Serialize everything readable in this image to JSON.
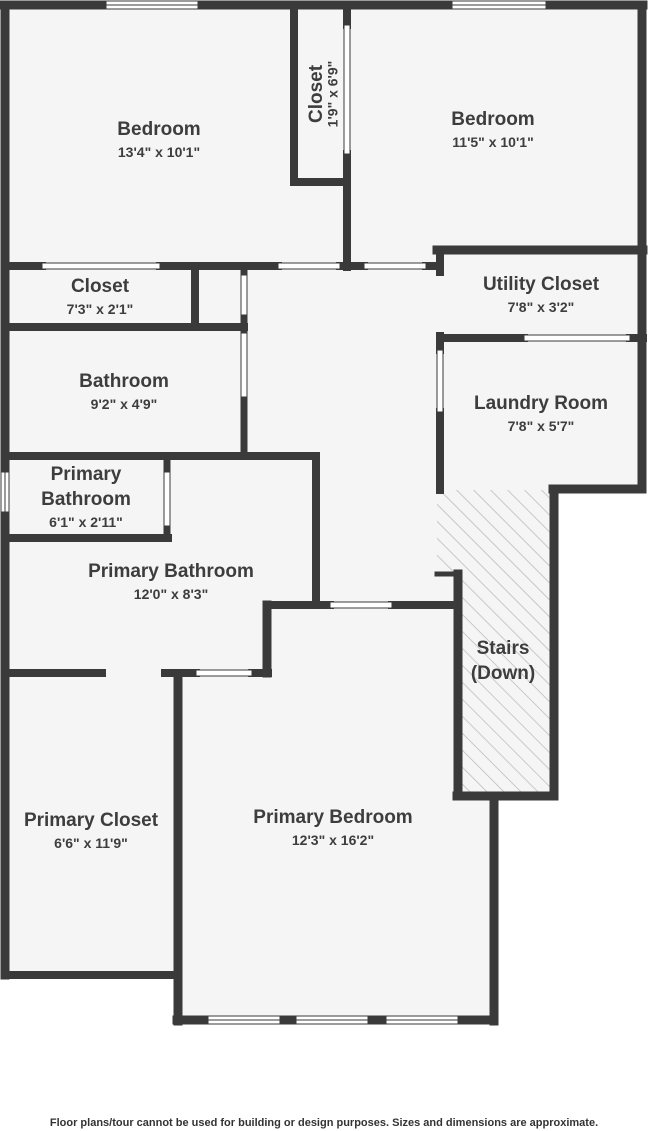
{
  "colors": {
    "wall": "#3a3a3a",
    "floor": "#f5f5f5",
    "text": "#3d3d3d",
    "stairs_hatch": "#b9b9b9"
  },
  "rooms": {
    "bedroom_left": {
      "name": "Bedroom",
      "dims": "13'4\" x 10'1\""
    },
    "closet_small": {
      "name": "Closet",
      "dims": "1'9\" x 6'9\""
    },
    "bedroom_right": {
      "name": "Bedroom",
      "dims": "11'5\" x 10'1\""
    },
    "closet_hall": {
      "name": "Closet",
      "dims": "7'3\" x 2'1\""
    },
    "utility_closet": {
      "name": "Utility Closet",
      "dims": "7'8\" x 3'2\""
    },
    "bathroom": {
      "name": "Bathroom",
      "dims": "9'2\" x 4'9\""
    },
    "laundry_room": {
      "name": "Laundry Room",
      "dims": "7'8\" x 5'7\""
    },
    "primary_bath_small": {
      "name_line1": "Primary",
      "name_line2": "Bathroom",
      "dims": "6'1\" x 2'11\""
    },
    "primary_bathroom": {
      "name": "Primary Bathroom",
      "dims": "12'0\" x 8'3\""
    },
    "stairs": {
      "name_line1": "Stairs",
      "name_line2": "(Down)"
    },
    "primary_closet": {
      "name": "Primary Closet",
      "dims": "6'6\" x 11'9\""
    },
    "primary_bedroom": {
      "name": "Primary Bedroom",
      "dims": "12'3\" x 16'2\""
    }
  },
  "disclaimer": "Floor plans/tour cannot be used for building or design purposes. Sizes and dimensions are approximate."
}
